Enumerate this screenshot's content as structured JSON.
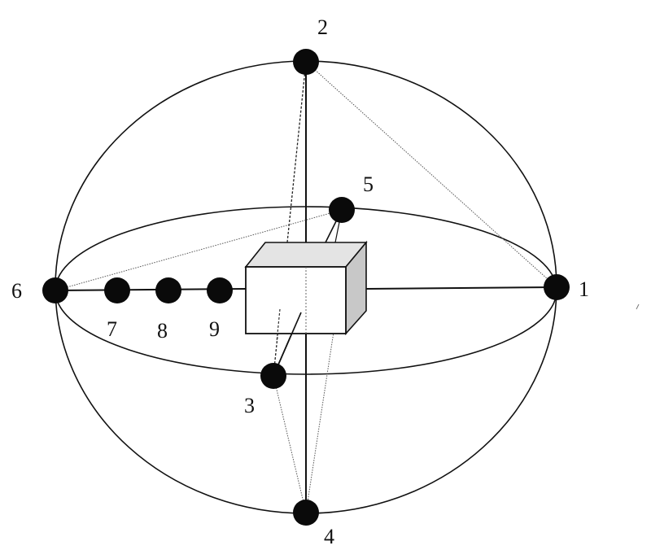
{
  "labels": {
    "n1": "1",
    "n2": "2",
    "n3": "3",
    "n4": "4",
    "n5": "5",
    "n6": "6",
    "n7": "7",
    "n8": "8",
    "n9": "9"
  },
  "colors": {
    "line": "#111111",
    "node": "#0a0a0a",
    "box_side": "#c8c8c8",
    "box_top": "#e4e4e4"
  }
}
